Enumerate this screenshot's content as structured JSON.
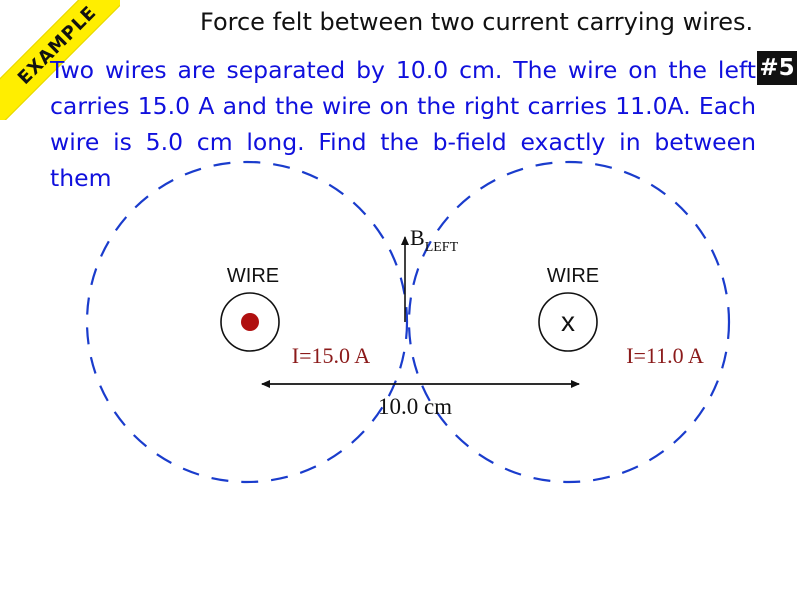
{
  "banner": "EXAMPLE",
  "title": "Force felt between two current carrying wires.",
  "badge": "#5",
  "problem": "Two wires are separated by 10.0 cm. The wire on the left carries 15.0 A and the wire on the right carries 11.0A. Each wire is 5.0 cm long. Find the b-field exactly in between them",
  "diagram": {
    "b_field_label": "B",
    "b_field_subscript": "LEFT",
    "left_wire": {
      "label": "WIRE",
      "current": "I=15.0 A",
      "direction": "out-of-page-dot"
    },
    "right_wire": {
      "label": "WIRE",
      "current": "I=11.0 A",
      "symbol": "x",
      "direction": "into-page-x"
    },
    "separation": "10.0 cm",
    "colors": {
      "field_lines": "#1a3ccc",
      "current_labels": "#8b1a1a",
      "dot": "#b01010",
      "problem_text": "#1010dd",
      "banner": "#ffee00"
    }
  }
}
